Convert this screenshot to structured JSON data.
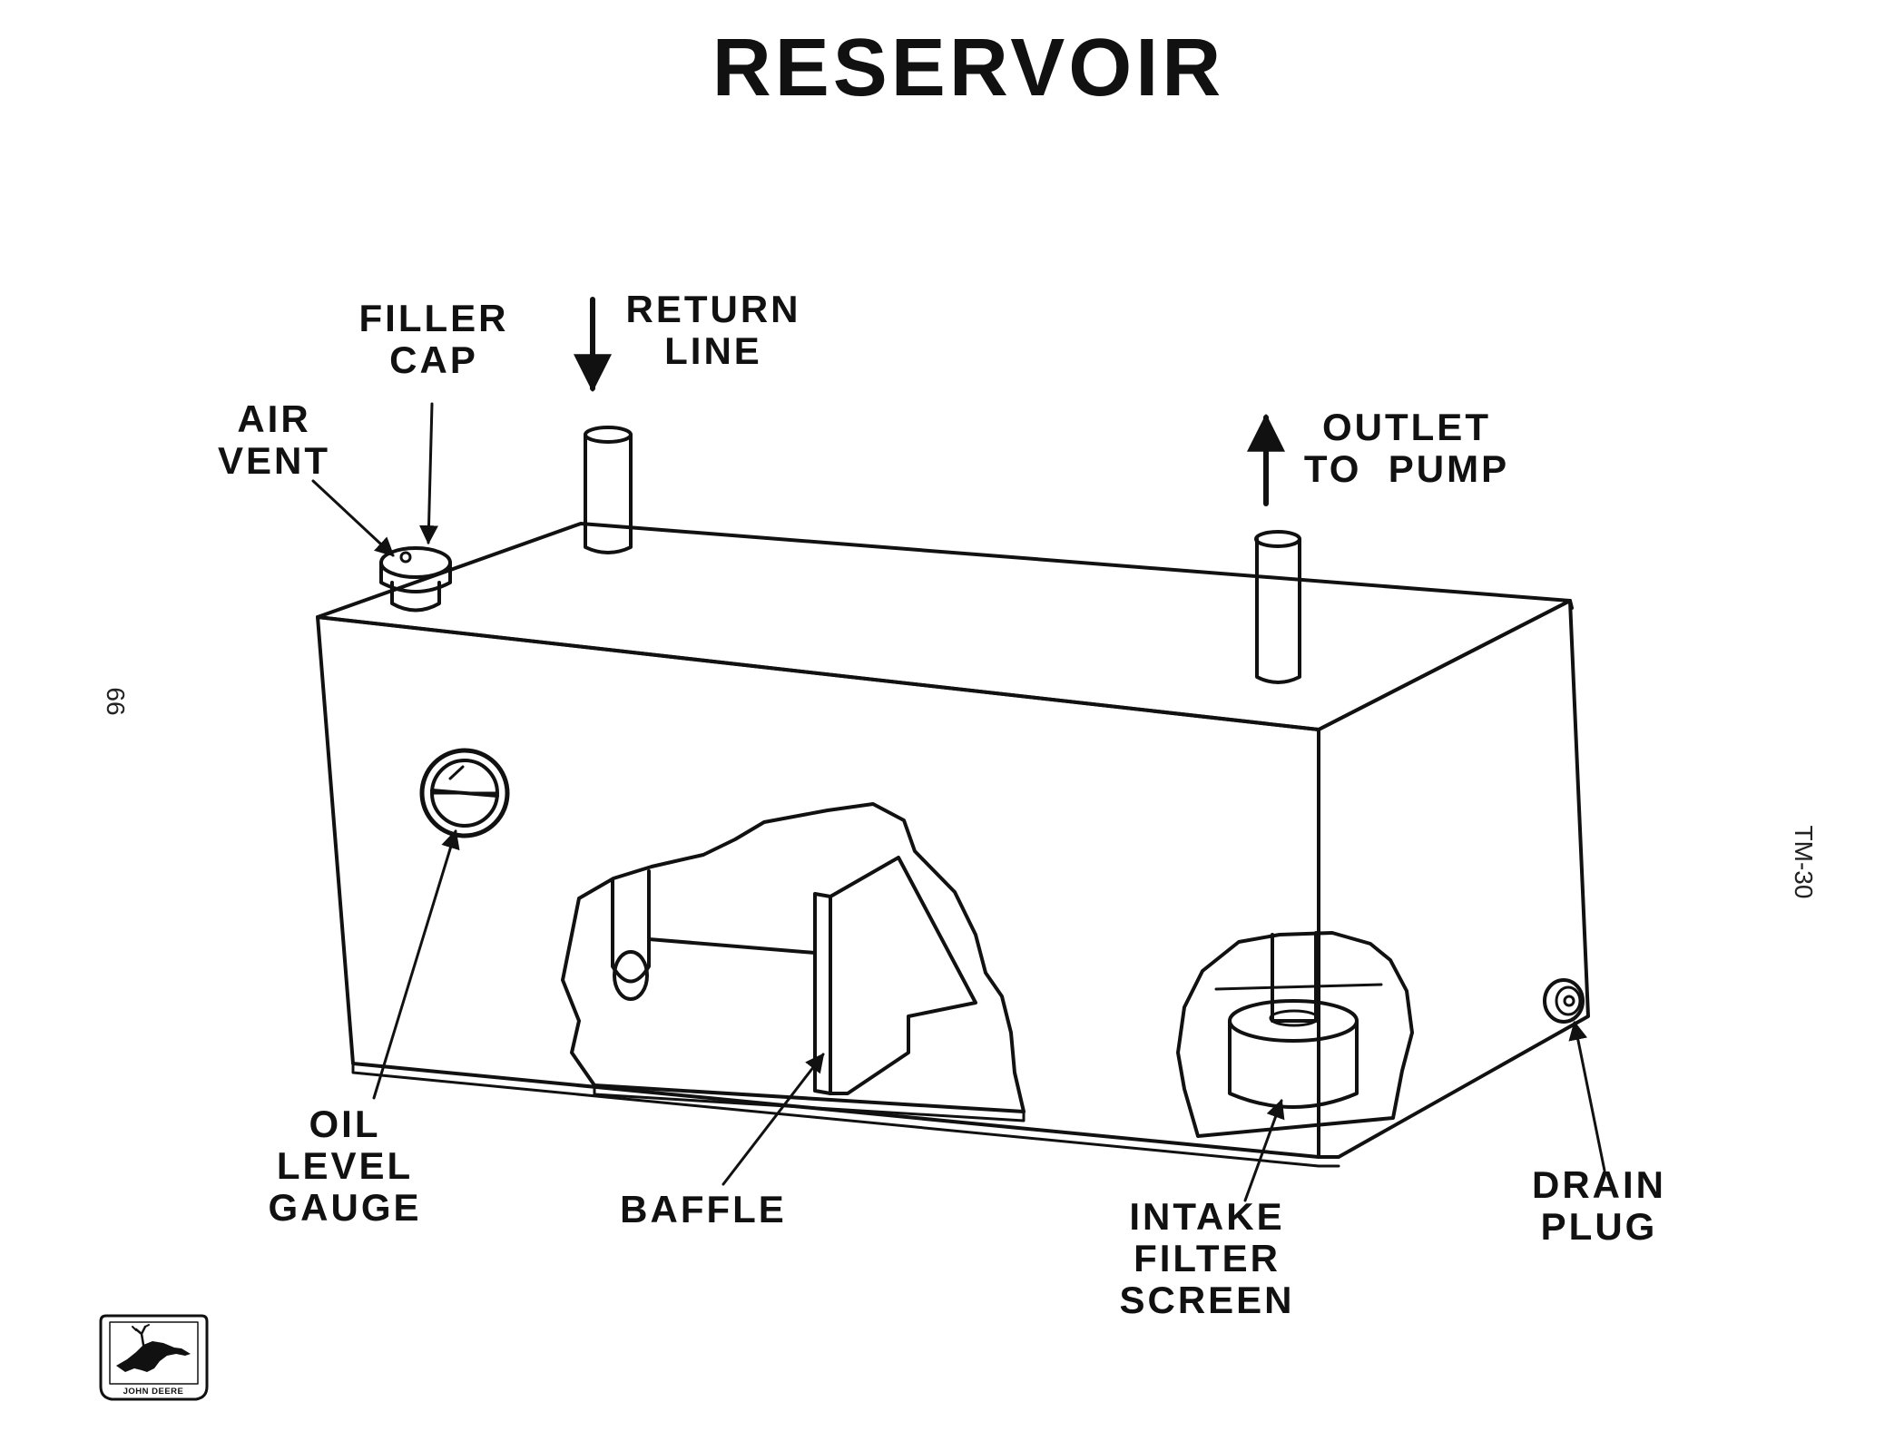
{
  "title": "RESERVOIR",
  "labels": {
    "filler_cap": [
      "FILLER",
      "CAP"
    ],
    "return_line": [
      "RETURN",
      "LINE"
    ],
    "air_vent": [
      "AIR",
      "VENT"
    ],
    "outlet_to_pump": [
      "OUTLET",
      "TO  PUMP"
    ],
    "oil_level_gauge": [
      "OIL",
      "LEVEL",
      "GAUGE"
    ],
    "baffle": [
      "BAFFLE"
    ],
    "intake_filter_screen": [
      "INTAKE",
      "FILTER",
      "SCREEN"
    ],
    "drain_plug": [
      "DRAIN",
      "PLUG"
    ]
  },
  "page_number": "66",
  "doc_code": "TM-30",
  "logo": {
    "text": "JOHN DEERE",
    "icon": "deer-icon"
  }
}
